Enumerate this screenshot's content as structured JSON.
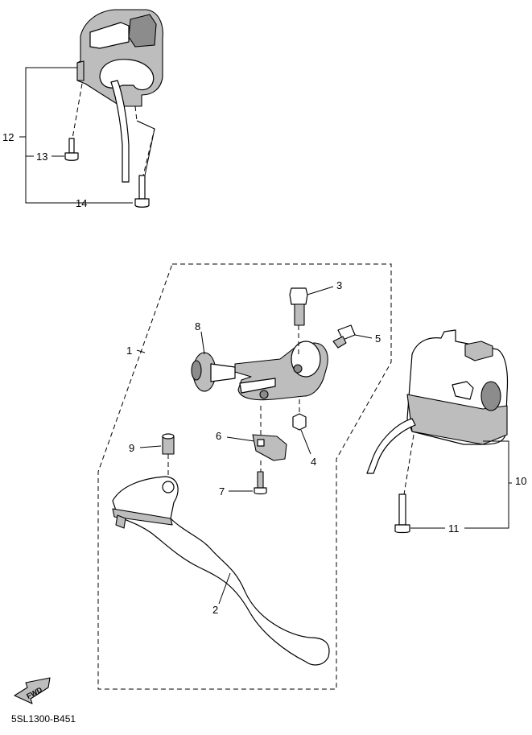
{
  "diagram": {
    "drawing_code": "5SL1300-B451",
    "fwd_label": "FWD",
    "callouts": [
      {
        "id": "1",
        "label": "1"
      },
      {
        "id": "2",
        "label": "2"
      },
      {
        "id": "3",
        "label": "3"
      },
      {
        "id": "4",
        "label": "4"
      },
      {
        "id": "5",
        "label": "5"
      },
      {
        "id": "6",
        "label": "6"
      },
      {
        "id": "7",
        "label": "7"
      },
      {
        "id": "8",
        "label": "8"
      },
      {
        "id": "9",
        "label": "9"
      },
      {
        "id": "10",
        "label": "10"
      },
      {
        "id": "11",
        "label": "11"
      },
      {
        "id": "12",
        "label": "12"
      },
      {
        "id": "13",
        "label": "13"
      },
      {
        "id": "14",
        "label": "14"
      }
    ]
  }
}
